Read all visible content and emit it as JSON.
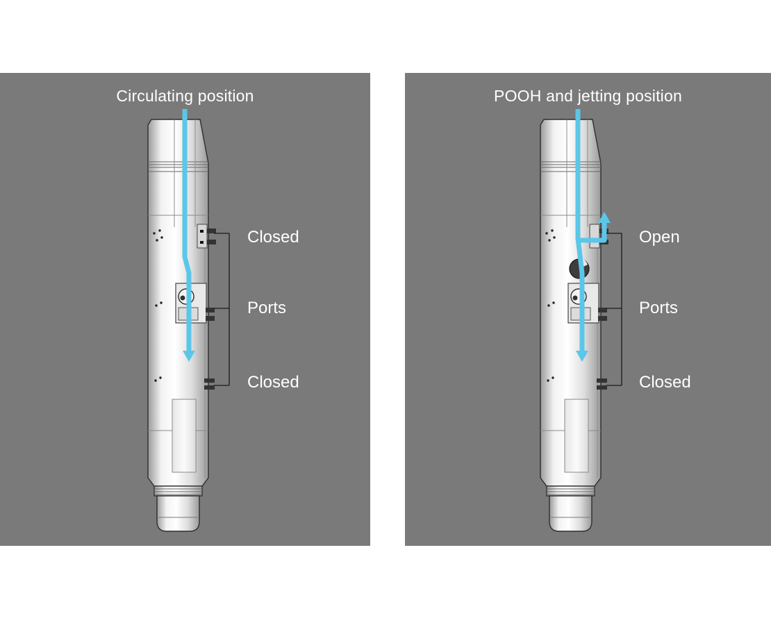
{
  "figure": {
    "panels": [
      {
        "id": "left",
        "title": "Circulating position",
        "labels": {
          "top": "Closed",
          "middle": "Ports",
          "bottom": "Closed"
        }
      },
      {
        "id": "right",
        "title": "POOH and jetting position",
        "labels": {
          "top": "Open",
          "middle": "Ports",
          "bottom": "Closed"
        }
      }
    ]
  },
  "colors": {
    "panel_bg": "#7a7a7a",
    "flow_arrow": "#5cc6e8",
    "label_text": "#ffffff",
    "tool_outline": "#2e2e2e"
  }
}
